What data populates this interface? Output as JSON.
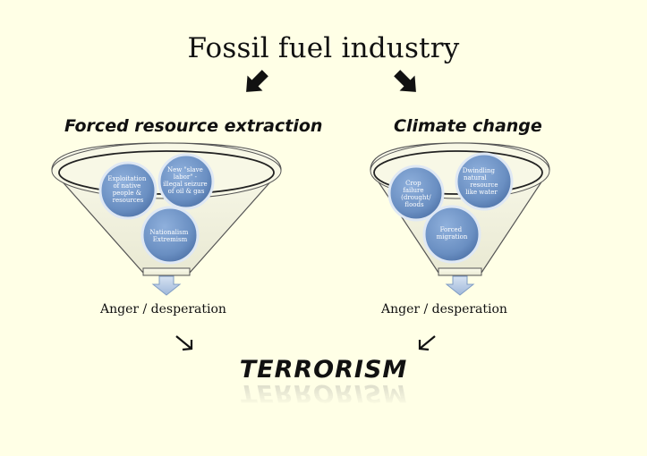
{
  "title": "Fossil fuel industry",
  "left": {
    "heading": "Forced resource extraction",
    "bubbles": [
      {
        "lines": [
          "Exploitation",
          "of native",
          "people &",
          "resources"
        ]
      },
      {
        "lines": [
          "New \"slave",
          "labor\" -",
          "illegal seizure",
          "of oil & gas"
        ]
      },
      {
        "lines": [
          "Nationalism",
          "Extremism"
        ]
      }
    ],
    "outcome": "Anger / desperation"
  },
  "right": {
    "heading": "Climate change",
    "bubbles": [
      {
        "lines": [
          "Crop",
          "failure",
          "(drought/",
          "floods"
        ]
      },
      {
        "lines": [
          "Dwindling",
          "natural",
          "resource",
          "like water"
        ]
      },
      {
        "lines": [
          "Forced",
          "migration"
        ]
      }
    ],
    "outcome": "Anger / desperation"
  },
  "result": "TERRORISM",
  "colors": {
    "bubble": "#6f92c4",
    "funnel_fill": "#f5f5dc",
    "funnel_stroke": "#555555",
    "down_arrow": "#b8cce6"
  }
}
